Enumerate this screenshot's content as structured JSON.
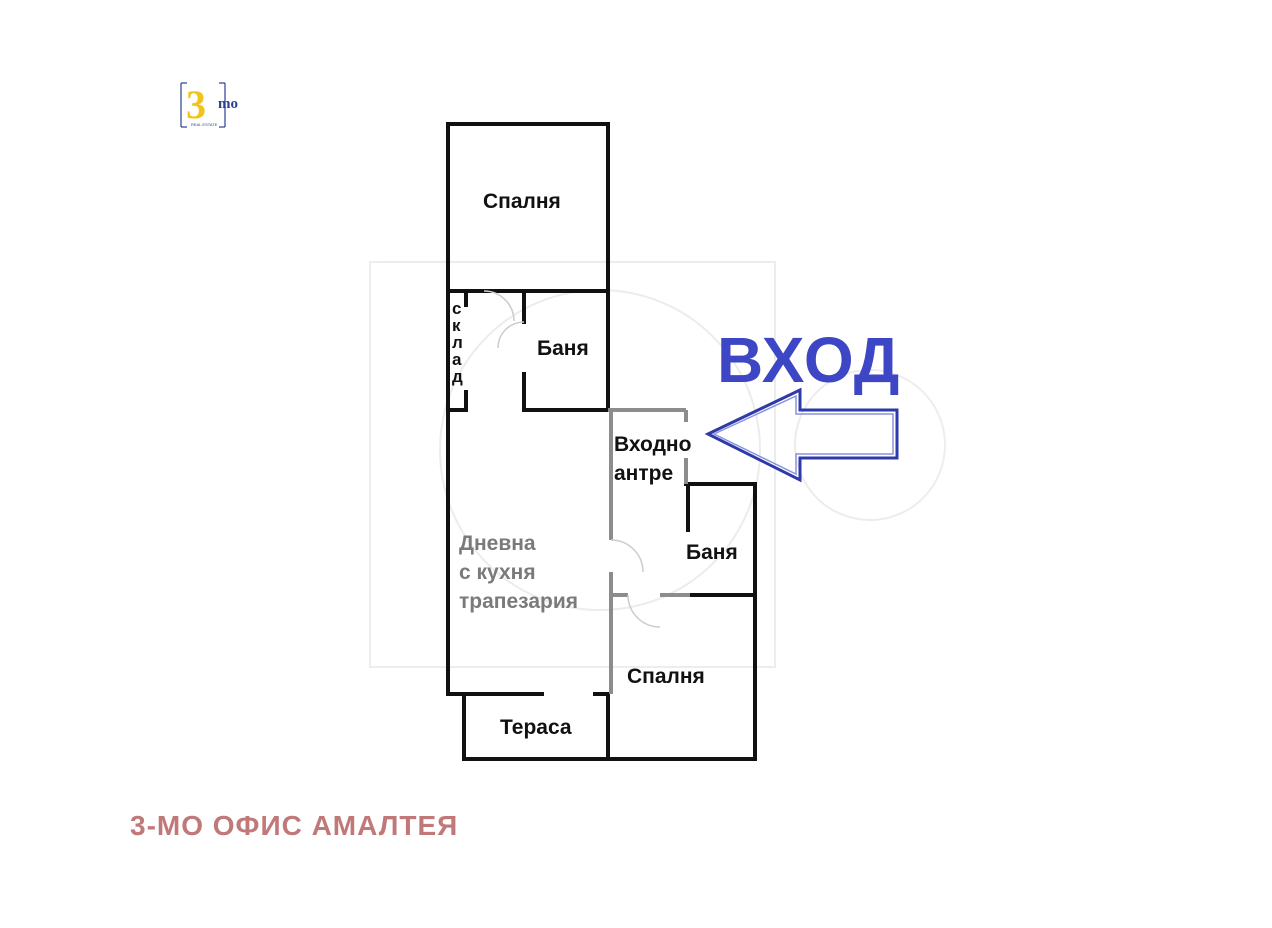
{
  "logo": {
    "mark": "3",
    "suffix": "mo",
    "tagline": "REAL ESTATE"
  },
  "rooms": {
    "bedroom_top": "Спалня",
    "storage": [
      "с",
      "к",
      "л",
      "а",
      "д"
    ],
    "bathroom_top": "Баня",
    "entry_hall_line1": "Входно",
    "entry_hall_line2": "антре",
    "living_line1": "Дневна",
    "living_line2": "с кухня",
    "living_line3": "трапезария",
    "bathroom_right": "Баня",
    "bedroom_bottom": "Спалня",
    "terrace": "Тераса"
  },
  "entrance_label": "ВХОД",
  "footer": "3-МО ОФИС АМАЛТЕЯ",
  "colors": {
    "wall": "#111111",
    "inner_wall": "#8c8c8c",
    "entrance": "#3d46c4",
    "arrow": "#2e3aa8",
    "footer": "#c07878",
    "logo_yellow": "#f2c418",
    "logo_blue": "#2c3d92"
  }
}
